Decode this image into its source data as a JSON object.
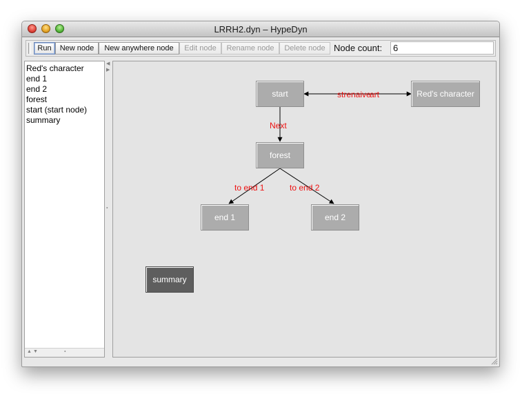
{
  "window": {
    "title": "LRRH2.dyn – HypeDyn"
  },
  "toolbar": {
    "run": "Run",
    "new_node": "New node",
    "new_anywhere_node": "New anywhere node",
    "edit_node": "Edit node",
    "rename_node": "Rename node",
    "delete_node": "Delete node",
    "node_count_label": "Node count:",
    "node_count_value": "6"
  },
  "node_list": [
    "Red's character",
    "end 1",
    "end 2",
    "forest",
    "start (start node)",
    "summary"
  ],
  "graph": {
    "nodes": {
      "start": "start",
      "reds_character": "Red's character",
      "forest": "forest",
      "end1": "end 1",
      "end2": "end 2",
      "summary": "summary"
    },
    "edges": {
      "start_reds_a": "strenaive",
      "start_reds_b": "art",
      "next": "Next",
      "to_end1": "to end 1",
      "to_end2": "to end 2"
    }
  },
  "colors": {
    "link_label": "#ee1111",
    "node_fill": "#acacac",
    "anywhere_node_fill": "#5e5e5e"
  },
  "icons": {
    "close": "close-icon",
    "minimize": "minimize-icon",
    "zoom": "zoom-icon",
    "resize": "resize-grip-icon"
  }
}
